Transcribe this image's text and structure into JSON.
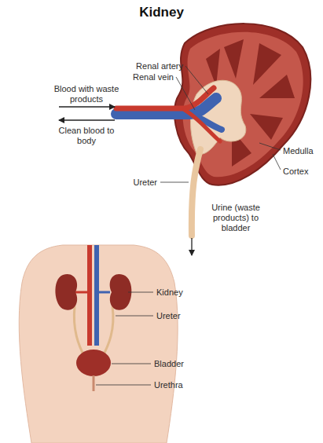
{
  "diagram": {
    "title": "Kidney",
    "labels": [
      "Renal artery",
      "Renal vein",
      "Blood with waste products",
      "Clean blood to body",
      "Medulla",
      "Cortex",
      "Ureter",
      "Urine (waste products) to bladder",
      "Kidney",
      "Ureter",
      "Bladder",
      "Urethra"
    ]
  }
}
